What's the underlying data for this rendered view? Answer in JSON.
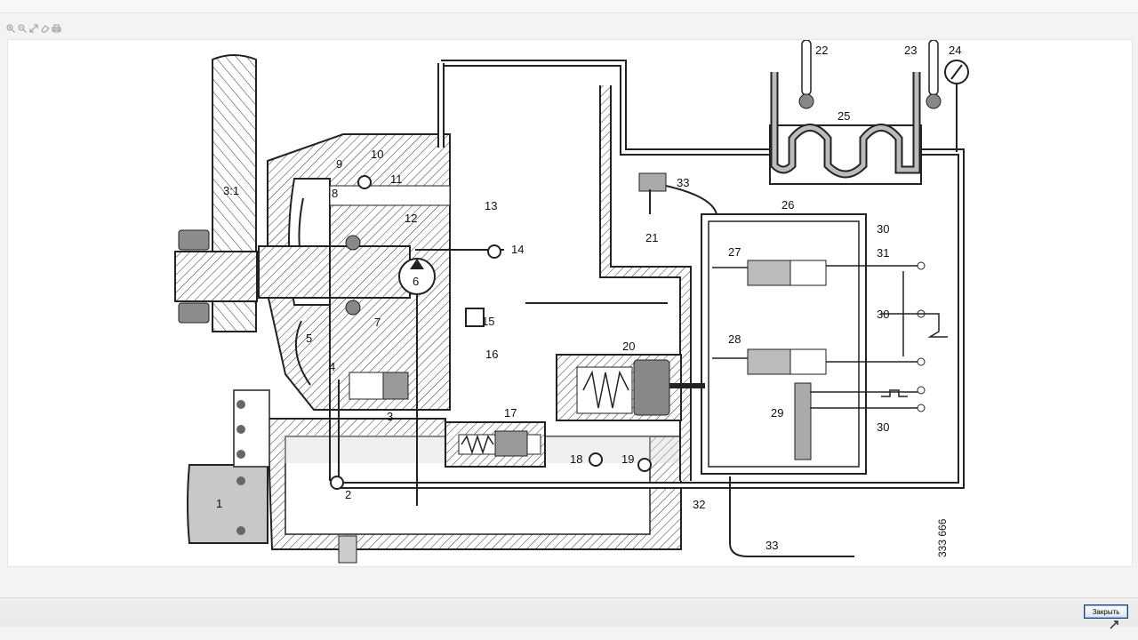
{
  "toolbar": {
    "icons": [
      "zoom-in-icon",
      "zoom-out-icon",
      "fit-to-window-icon",
      "eraser-icon",
      "print-icon"
    ]
  },
  "diagram": {
    "ratio_label": "3:1",
    "figure_number": "333 666",
    "parts": [
      "1",
      "2",
      "3",
      "4",
      "5",
      "6",
      "7",
      "8",
      "9",
      "10",
      "11",
      "12",
      "13",
      "14",
      "15",
      "16",
      "17",
      "18",
      "19",
      "20",
      "21",
      "22",
      "23",
      "24",
      "25",
      "26",
      "27",
      "28",
      "29",
      "30",
      "31",
      "32",
      "33"
    ]
  },
  "footer": {
    "close_label": "Закрыть"
  }
}
